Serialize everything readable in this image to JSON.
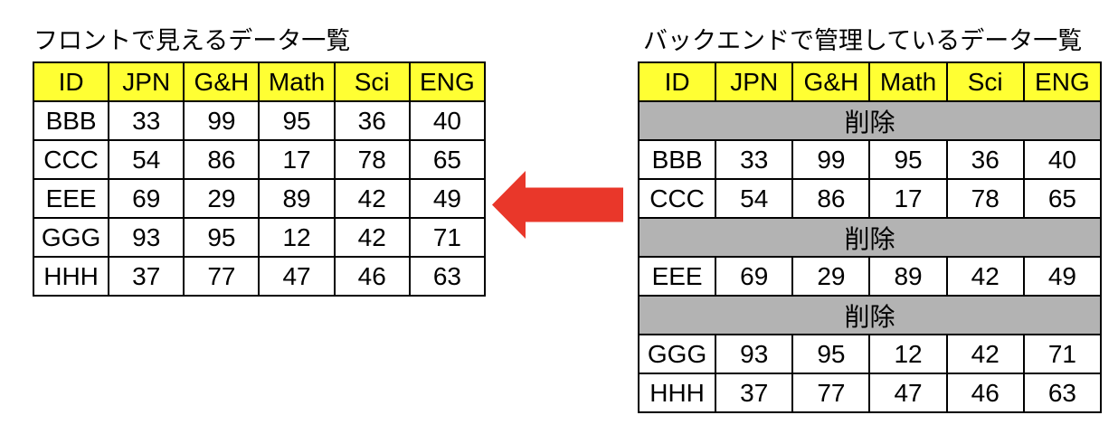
{
  "left_panel": {
    "title": "フロントで見えるデータ一覧",
    "table": {
      "headers": [
        "ID",
        "JPN",
        "G&H",
        "Math",
        "Sci",
        "ENG"
      ],
      "rows": [
        [
          "BBB",
          "33",
          "99",
          "95",
          "36",
          "40"
        ],
        [
          "CCC",
          "54",
          "86",
          "17",
          "78",
          "65"
        ],
        [
          "EEE",
          "69",
          "29",
          "89",
          "42",
          "49"
        ],
        [
          "GGG",
          "93",
          "95",
          "12",
          "42",
          "71"
        ],
        [
          "HHH",
          "37",
          "77",
          "47",
          "46",
          "63"
        ]
      ]
    }
  },
  "right_panel": {
    "title": "バックエンドで管理しているデータ一覧",
    "table": {
      "headers": [
        "ID",
        "JPN",
        "G&H",
        "Math",
        "Sci",
        "ENG"
      ],
      "rows": [
        {
          "type": "deleted",
          "label": "削除"
        },
        {
          "type": "data",
          "cells": [
            "BBB",
            "33",
            "99",
            "95",
            "36",
            "40"
          ]
        },
        {
          "type": "data",
          "cells": [
            "CCC",
            "54",
            "86",
            "17",
            "78",
            "65"
          ]
        },
        {
          "type": "deleted",
          "label": "削除"
        },
        {
          "type": "data",
          "cells": [
            "EEE",
            "69",
            "29",
            "89",
            "42",
            "49"
          ]
        },
        {
          "type": "deleted",
          "label": "削除"
        },
        {
          "type": "data",
          "cells": [
            "GGG",
            "93",
            "95",
            "12",
            "42",
            "71"
          ]
        },
        {
          "type": "data",
          "cells": [
            "HHH",
            "37",
            "77",
            "47",
            "46",
            "63"
          ]
        }
      ]
    }
  },
  "arrow": {
    "direction": "left",
    "color": "#E9372A"
  },
  "colors": {
    "header_bg": "#FFFF33",
    "deleted_bg": "#B3B3B3",
    "table_border": "#000000",
    "text": "#000000",
    "arrow_red": "#E9372A",
    "background": "#FFFFFF"
  }
}
